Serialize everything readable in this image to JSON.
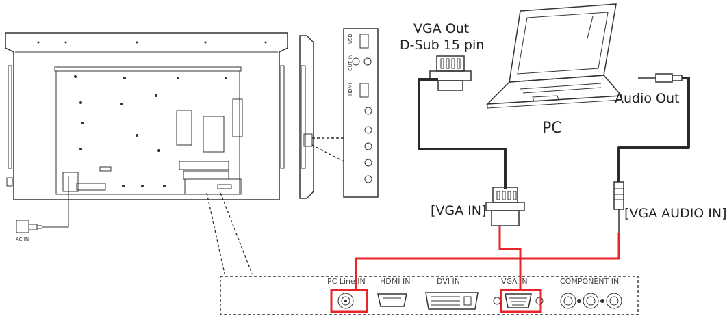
{
  "labels": {
    "vga_out_line1": "VGA Out",
    "vga_out_line2": "D-Sub 15 pin",
    "pc": "PC",
    "audio_out": "Audio Out",
    "vga_in": "[VGA IN]",
    "vga_audio_in": "[VGA AUDIO IN]",
    "ac_in": "AC IN"
  },
  "ports": {
    "pc_line_in": "PC Line IN",
    "hdmi_in": "HDMI IN",
    "dvi_in": "DVI IN",
    "vga_in": "VGA IN",
    "component_in": "COMPONENT IN"
  },
  "colors": {
    "highlight": "#e8232a",
    "line": "#333333"
  }
}
